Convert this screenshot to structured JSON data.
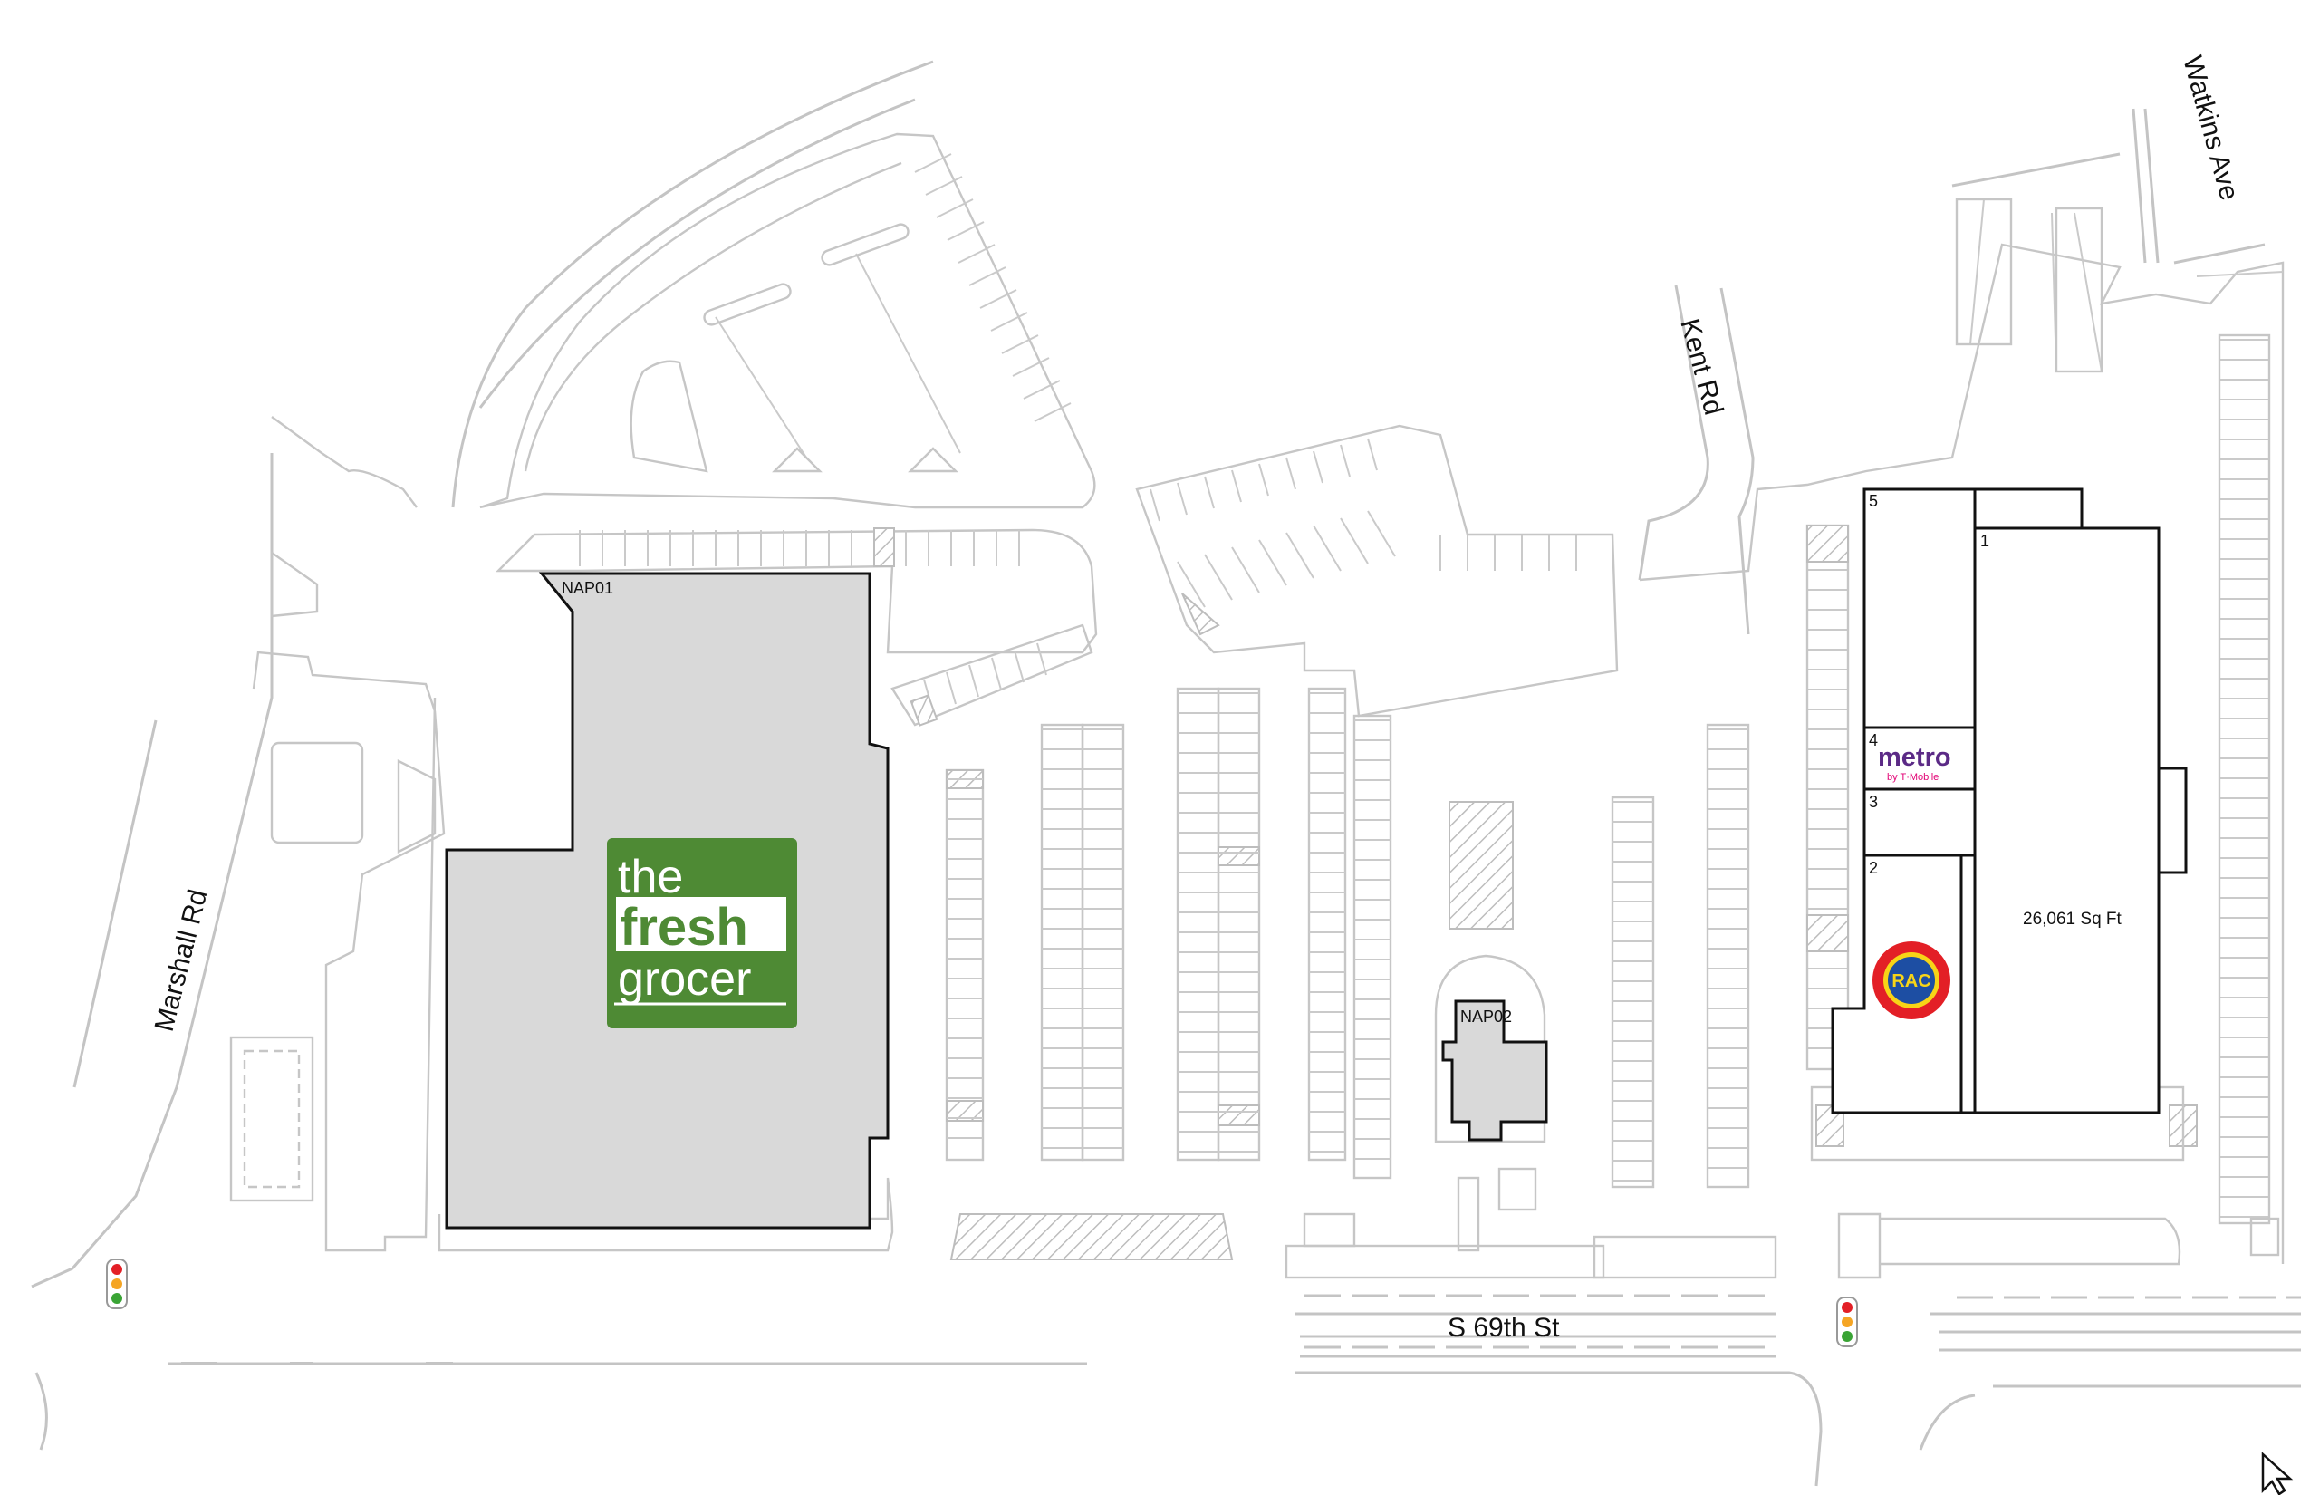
{
  "streets": {
    "marshall": "Marshall Rd",
    "kent": "Kent Rd",
    "watkins": "Watkins Ave",
    "s69": "S 69th St"
  },
  "parcels": {
    "nap01": "NAP01",
    "nap02": "NAP02"
  },
  "units": [
    {
      "number": "1",
      "tenant": null,
      "area": "26,061 Sq Ft"
    },
    {
      "number": "2",
      "tenant": "Rent-A-Center",
      "logo_text": "RAC"
    },
    {
      "number": "3",
      "tenant": null
    },
    {
      "number": "4",
      "tenant": "Metro by T-Mobile",
      "logo_word": "metro",
      "logo_sub": "by T·Mobile"
    },
    {
      "number": "5",
      "tenant": null
    }
  ],
  "anchor": {
    "tenant": "The Fresh Grocer",
    "logo_lines": [
      "the",
      "fresh",
      "grocer"
    ]
  },
  "colors": {
    "building_fill": "#d9d9d9",
    "fresh_grocer_green": "#4e8a34",
    "metro_purple": "#5b2a86",
    "tmobile_magenta": "#e20074",
    "rac_red": "#e31f26",
    "rac_blue": "#1d4ea3",
    "rac_yellow": "#f7d417"
  },
  "icons": [
    "traffic-light-icon",
    "north-arrow-icon",
    "accessible-parking-icon"
  ]
}
